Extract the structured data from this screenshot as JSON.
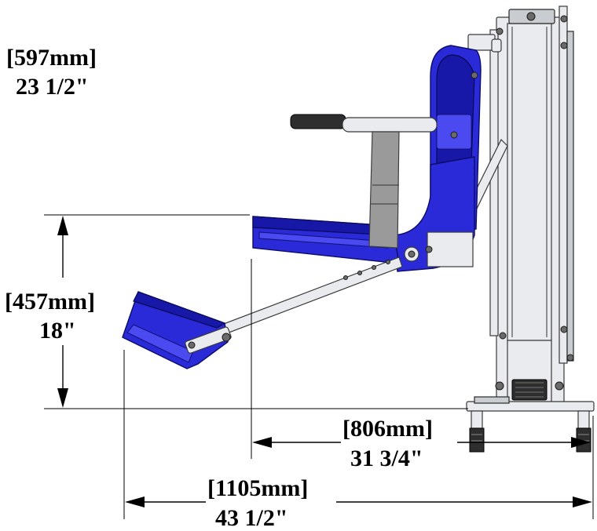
{
  "dimensions": {
    "seat_width": {
      "metric": "[597mm]",
      "imperial": "23 1/2\""
    },
    "seat_height": {
      "metric": "[457mm]",
      "imperial": "18\""
    },
    "reach_seat": {
      "metric": "[806mm]",
      "imperial": "31 3/4\""
    },
    "reach_total": {
      "metric": "[1105mm]",
      "imperial": "43 1/2\""
    }
  },
  "colors": {
    "seat_blue": "#2a2ad8",
    "frame_white": "#e9ebee",
    "dimension_black": "#000000"
  }
}
